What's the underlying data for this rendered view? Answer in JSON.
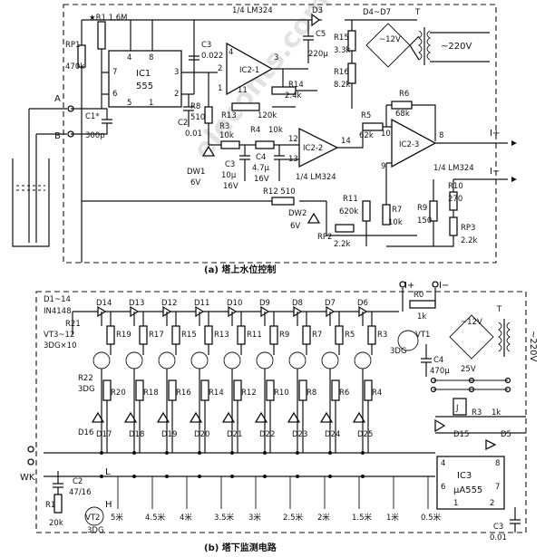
{
  "watermark": "eleconts.com",
  "top": {
    "caption": "(a) 塔上水位控制",
    "terminals": {
      "A": "A",
      "B": "B",
      "out_plus": "I+",
      "out_minus": "I−"
    },
    "ic1": {
      "name": "IC1",
      "type": "555",
      "pins": [
        "7",
        "6",
        "4",
        "8",
        "5",
        "1",
        "3",
        "2"
      ]
    },
    "ic2_1": {
      "name": "IC2-1",
      "pins": [
        "4",
        "3",
        "2",
        "11",
        "1"
      ]
    },
    "ic2_2": {
      "name": "IC2-2",
      "pins": [
        "12",
        "13",
        "14"
      ]
    },
    "ic2_3": {
      "name": "IC2-3",
      "pins": [
        "10",
        "9",
        "8"
      ]
    },
    "labels": {
      "R1": "★R1 1.6M",
      "RP1a": "RP1",
      "RP1b": "470k",
      "C1a": "C1*",
      "C1b": "300p",
      "C3a": "C3",
      "C3b": "0.022",
      "C2a": "C2",
      "C2b": "0.01",
      "D3": "D3",
      "C5a": "C5",
      "C5b": "220μ",
      "R15a": "R15",
      "R15b": "3.3k",
      "R16a": "R16",
      "R16b": "8.2k",
      "R14a": "R14",
      "R14b": "2.4k",
      "R13a": "R13",
      "R13b": "120k",
      "D4D7": "D4~D7",
      "T": "T",
      "v12": "~12V",
      "v220": "~220V",
      "lm_a": "1/4 LM324",
      "R8a": "R8",
      "R8b": "510",
      "R3a": "R3",
      "R3b": "10k",
      "R4a": "R4",
      "R4b": "10k",
      "C3aa": "C3",
      "C3ab": "10μ",
      "C3ac": "16V",
      "C4a": "C4",
      "C4b": "4.7μ",
      "C4c": "16V",
      "DW1a": "DW1",
      "DW1b": "6V",
      "lm_b": "1/4 LM324",
      "R5a": "R5",
      "R5b": "62k",
      "R6a": "R6",
      "R6b": "68k",
      "lm_c": "1/4 LM324",
      "R12": "R12 510",
      "R11a": "R11",
      "R11b": "620k",
      "DW2a": "DW2",
      "DW2b": "6V",
      "RP2a": "RP2",
      "RP2b": "2.2k",
      "R7a": "R7",
      "R7b": "10k",
      "R9a": "R9",
      "R9b": "150",
      "R10a": "R10",
      "R10b": "270",
      "RP3a": "RP3",
      "RP3b": "2.2k"
    }
  },
  "bottom": {
    "caption": "(b) 塔下监测电路",
    "labels": {
      "D1_14": "D1~14",
      "IN4148": "IN4148",
      "VT3_12": "VT3~12",
      "DG10": "3DG×10",
      "R21": "R21",
      "R22": "R22",
      "DG_a": "3DG",
      "D16": "D16",
      "VT1": "VT1",
      "DG_b": "3DG",
      "C4": "C4",
      "C4v": "470μ",
      "v25": "25V",
      "T": "T",
      "v12": "~12V",
      "v220": "~220V",
      "J": "J",
      "R3": "R3",
      "R3v": "1k",
      "D15": "D15",
      "D5": "D5",
      "IC3": "IC3",
      "IC3t": "μA555",
      "p4": "4",
      "p8": "8",
      "p6": "6",
      "p7": "7",
      "p1": "1",
      "p2": "2",
      "C3": "C3",
      "C3v": "0.01",
      "WK": "WK",
      "L": "L",
      "H": "H",
      "C2": "C2",
      "C2v": "47/16",
      "R1": "R1",
      "R1v": "20k",
      "VT2": "VT2",
      "DG_c": "3DG",
      "I_plus": "I+",
      "I_minus": "I−",
      "R0": "R0",
      "R0v": "1k"
    },
    "top_diodes": [
      "D14",
      "D13",
      "D12",
      "D11",
      "D10",
      "D9",
      "D8",
      "D7",
      "D6"
    ],
    "resistors": [
      "R19",
      "R17",
      "R15",
      "R13",
      "R11",
      "R9",
      "R7",
      "R5",
      "R3"
    ],
    "led_res": [
      "R20",
      "R18",
      "R16",
      "R14",
      "R12",
      "R10",
      "R8",
      "R6",
      "R4"
    ],
    "leds": [
      "D17",
      "D18",
      "D19",
      "D20",
      "D21",
      "D22",
      "D23",
      "D24",
      "D25"
    ],
    "levels": [
      "5米",
      "4.5米",
      "4米",
      "3.5米",
      "3米",
      "2.5米",
      "2米",
      "1.5米",
      "1米",
      "0.5米"
    ]
  }
}
